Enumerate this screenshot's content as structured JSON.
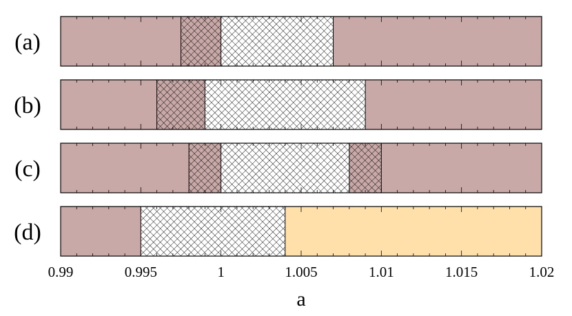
{
  "chart_data": {
    "type": "bar",
    "orientation": "horizontal",
    "xlabel": "a",
    "xlim": [
      0.99,
      1.02
    ],
    "x_ticks": [
      {
        "value": 0.99,
        "label": "0.99"
      },
      {
        "value": 0.995,
        "label": "0.995"
      },
      {
        "value": 1.0,
        "label": "1"
      },
      {
        "value": 1.005,
        "label": "1.005"
      },
      {
        "value": 1.01,
        "label": "1.01"
      },
      {
        "value": 1.015,
        "label": "1.015"
      },
      {
        "value": 1.02,
        "label": "1.02"
      }
    ],
    "minor_tick_step": 0.001,
    "colors": {
      "mauve": "#c8a9a8",
      "peach": "#ffdfaa",
      "white": "#ffffff",
      "hatch": "#000000"
    },
    "panels": [
      {
        "label": "(a)",
        "segments": [
          {
            "start": 0.99,
            "end": 0.9975,
            "fill": "mauve",
            "hatch": "none"
          },
          {
            "start": 0.9975,
            "end": 1.0,
            "fill": "mauve",
            "hatch": "cross"
          },
          {
            "start": 1.0,
            "end": 1.007,
            "fill": "white",
            "hatch": "cross"
          },
          {
            "start": 1.007,
            "end": 1.02,
            "fill": "mauve",
            "hatch": "none"
          }
        ]
      },
      {
        "label": "(b)",
        "segments": [
          {
            "start": 0.99,
            "end": 0.996,
            "fill": "mauve",
            "hatch": "none"
          },
          {
            "start": 0.996,
            "end": 0.999,
            "fill": "mauve",
            "hatch": "cross"
          },
          {
            "start": 0.999,
            "end": 1.009,
            "fill": "white",
            "hatch": "cross"
          },
          {
            "start": 1.009,
            "end": 1.02,
            "fill": "mauve",
            "hatch": "none"
          }
        ]
      },
      {
        "label": "(c)",
        "segments": [
          {
            "start": 0.99,
            "end": 0.998,
            "fill": "mauve",
            "hatch": "none"
          },
          {
            "start": 0.998,
            "end": 1.0,
            "fill": "mauve",
            "hatch": "cross"
          },
          {
            "start": 1.0,
            "end": 1.008,
            "fill": "white",
            "hatch": "cross"
          },
          {
            "start": 1.008,
            "end": 1.01,
            "fill": "mauve",
            "hatch": "cross"
          },
          {
            "start": 1.01,
            "end": 1.02,
            "fill": "mauve",
            "hatch": "none"
          }
        ]
      },
      {
        "label": "(d)",
        "segments": [
          {
            "start": 0.99,
            "end": 0.995,
            "fill": "mauve",
            "hatch": "none"
          },
          {
            "start": 0.995,
            "end": 1.004,
            "fill": "white",
            "hatch": "cross"
          },
          {
            "start": 1.004,
            "end": 1.02,
            "fill": "peach",
            "hatch": "none"
          }
        ]
      }
    ]
  }
}
